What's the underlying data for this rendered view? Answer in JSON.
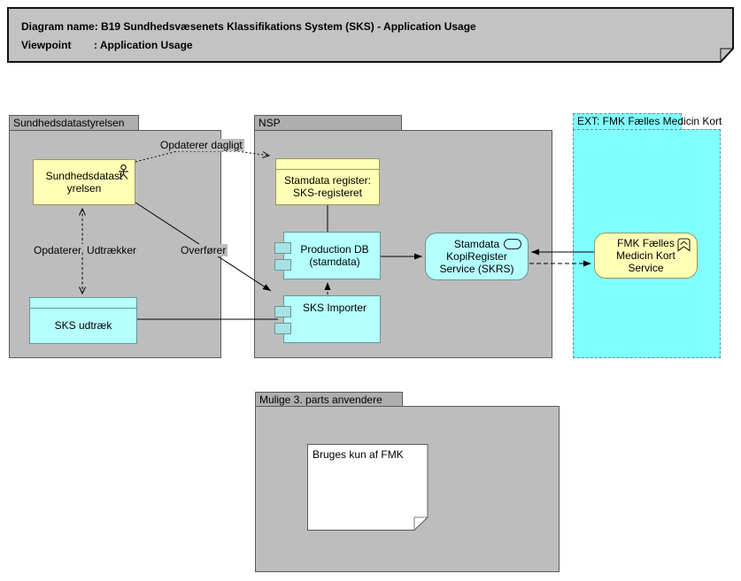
{
  "title_block": {
    "rows": [
      {
        "label": "Diagram name",
        "value": ": B19 Sundhedsvæsenets Klassifikations System (SKS) - Application Usage"
      },
      {
        "label": "Viewpoint",
        "value": ": Application Usage"
      }
    ]
  },
  "groups": {
    "sundhedsdatastyrelsen": {
      "label": "Sundhedsdatastyrelsen"
    },
    "nsp": {
      "label": "NSP"
    },
    "ext_fmk": {
      "label": "EXT: FMK Fælles Medicin Kort"
    },
    "mulige_parts": {
      "label": "Mulige 3. parts anvendere"
    }
  },
  "nodes": {
    "actor": {
      "label": "Sundhedsdatast yrelsen",
      "icon": "business-actor-icon"
    },
    "sks_udtraek": {
      "label": "SKS udtræk"
    },
    "stamdata_register": {
      "label": "Stamdata register: SKS-registeret"
    },
    "production_db": {
      "label": "Production DB (stamdata)",
      "icon": "component-icon"
    },
    "sks_importer": {
      "label": "SKS Importer",
      "icon": "component-icon"
    },
    "skrs_service": {
      "label": "Stamdata KopiRegister Service (SKRS)",
      "icon": "service-oval-icon"
    },
    "fmk_service": {
      "label": "FMK Fælles Medicin Kort Service",
      "icon": "bookmark-chevron-icon"
    }
  },
  "edges": {
    "opdaterer_dagligt": {
      "label": "Opdaterer dagligt",
      "style": "dotted-open-arrow"
    },
    "opdaterer_udtraekker": {
      "label": "Opdaterer, Udtrækker",
      "style": "dashed-double-open-arrow"
    },
    "overfoerer": {
      "label": "Overfører",
      "style": "solid-filled-arrow"
    },
    "udtraek_to_importer": {
      "label": "",
      "style": "solid-line"
    },
    "register_to_db": {
      "label": "",
      "style": "solid-line"
    },
    "importer_to_db": {
      "label": "",
      "style": "dashed-filled-arrow"
    },
    "db_to_skrs": {
      "label": "",
      "style": "solid-filled-arrow"
    },
    "fmk_to_skrs": {
      "label": "",
      "style": "solid-filled-arrow"
    },
    "skrs_to_fmk": {
      "label": "",
      "style": "dashed-filled-arrow"
    }
  },
  "note": {
    "text": "Bruges kun af FMK"
  },
  "colors": {
    "group_fill": "#bdbdbd",
    "group_tab_fill": "#aeaeae",
    "title_fill": "#c3c3c3",
    "business_fill": "#ffffb5",
    "application_fill": "#b5ffff",
    "ext_group_fill": "#80ffff",
    "note_fill": "#ffffff",
    "line": "#000000"
  }
}
